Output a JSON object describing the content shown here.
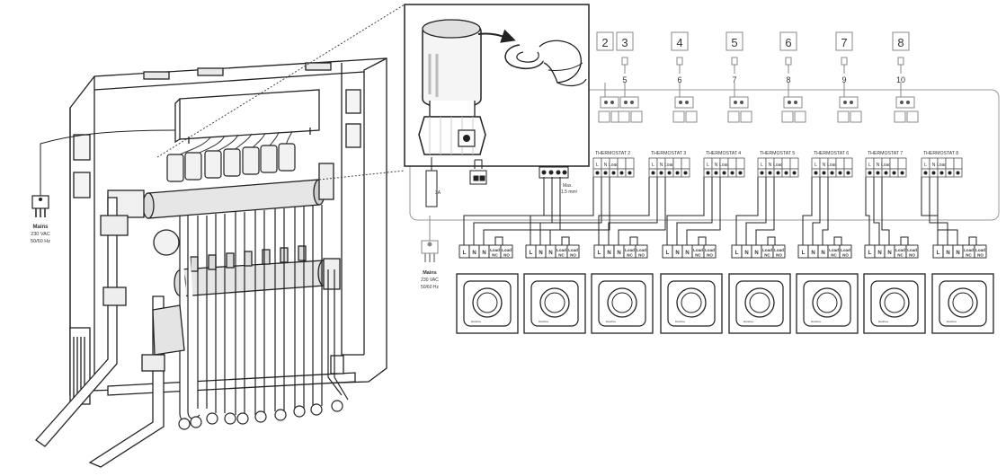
{
  "mains_left": {
    "title": "Mains",
    "line1": "230 VAC",
    "line2": "50/60 Hz"
  },
  "mains_right": {
    "title": "Mains",
    "line1": "230 VAC",
    "line2": "50/60 Hz"
  },
  "fuse_label": "3A",
  "wire_note": {
    "line1": "Max.",
    "line2": "1.5 mm²"
  },
  "zones": [
    {
      "num": "2",
      "sub": ""
    },
    {
      "num": "3",
      "sub": "5"
    },
    {
      "num": "4",
      "sub": "6"
    },
    {
      "num": "5",
      "sub": "7"
    },
    {
      "num": "6",
      "sub": "8"
    },
    {
      "num": "7",
      "sub": "9"
    },
    {
      "num": "8",
      "sub": "10"
    }
  ],
  "thermostats": [
    "THERMOSTAT 2",
    "THERMOSTAT 3",
    "THERMOSTAT 4",
    "THERMOSTAT 5",
    "THERMOSTAT 6",
    "THERMOSTAT 7",
    "THERMOSTAT 8"
  ],
  "terminal_labels": {
    "l": "L",
    "n": "N",
    "load": "Load",
    "nc": "NC",
    "no": "NO"
  },
  "thermostat_brand": "Danfoss",
  "thermostat_count": 8
}
